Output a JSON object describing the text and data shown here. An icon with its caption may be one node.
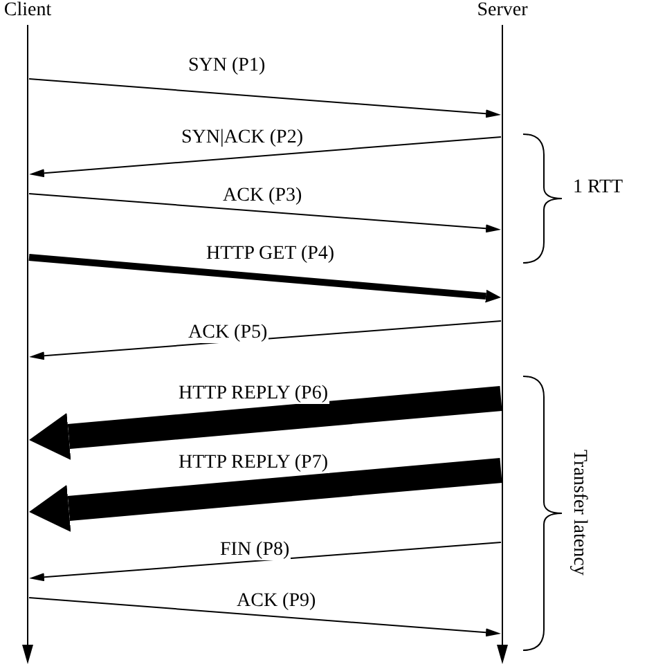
{
  "diagram": {
    "nodes": [
      {
        "text": [
          "Client"
        ]
      },
      {
        "text": [
          "Server"
        ]
      }
    ],
    "edges": [
      {
        "from": 0,
        "to": 1,
        "arrow": "to",
        "label": "SYN (P1)"
      },
      {
        "from": 1,
        "to": 0,
        "arrow": "to",
        "label": "SYN|ACK (P2)"
      },
      {
        "from": 0,
        "to": 1,
        "arrow": "to",
        "label": "ACK (P3)"
      },
      {
        "from": 0,
        "to": 1,
        "arrow": "to",
        "label": "HTTP GET (P4)",
        "style": "thick"
      },
      {
        "from": 1,
        "to": 0,
        "arrow": "to",
        "label": "ACK (P5)"
      },
      {
        "from": 1,
        "to": 0,
        "arrow": "to",
        "label": "HTTP REPLY (P6)",
        "style": "thick"
      },
      {
        "from": 1,
        "to": 0,
        "arrow": "to",
        "label": "HTTP REPLY (P7)",
        "style": "thick"
      },
      {
        "from": 1,
        "to": 0,
        "arrow": "to",
        "label": "FIN (P8)"
      },
      {
        "from": 0,
        "to": 1,
        "arrow": "to",
        "label": "ACK (P9)"
      }
    ],
    "labels": [
      "1 RTT",
      "Transfer latency"
    ]
  }
}
